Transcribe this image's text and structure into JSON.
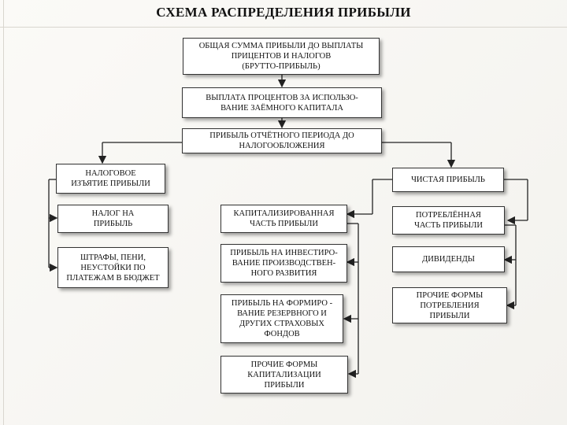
{
  "title": "СХЕМА РАСПРЕДЕЛЕНИЯ ПРИБЫЛИ",
  "boxes": {
    "gross": "ОБЩАЯ СУММА ПРИБЫЛИ ДО ВЫПЛАТЫ\nПРИЦЕНТОВ И НАЛОГОВ\n(БРУТТО-ПРИБЫЛЬ)",
    "interest": "ВЫПЛАТА ПРОЦЕНТОВ ЗА ИСПОЛЬЗО-\nВАНИЕ ЗАЁМНОГО КАПИТАЛА",
    "pretax": "ПРИБЫЛЬ ОТЧЁТНОГО ПЕРИОДА ДО\nНАЛОГООБЛОЖЕНИЯ",
    "tax_withdrawal": "НАЛОГОВОЕ\nИЗЪЯТИЕ ПРИБЫЛИ",
    "net_profit": "ЧИСТАЯ ПРИБЫЛЬ",
    "profit_tax": "НАЛОГ НА\nПРИБЫЛЬ",
    "fines": "ШТРАФЫ, ПЕНИ,\nНЕУСТОЙКИ ПО\nПЛАТЕЖАМ В БЮДЖЕТ",
    "capitalized": "КАПИТАЛИЗИРОВАННАЯ\nЧАСТЬ ПРИБЫЛИ",
    "consumed": "ПОТРЕБЛЁННАЯ\nЧАСТЬ ПРИБЫЛИ",
    "investment": "ПРИБЫЛЬ НА ИНВЕСТИРО-\nВАНИЕ ПРОИЗВОДСТВЕН-\nНОГО РАЗВИТИЯ",
    "dividends": "ДИВИДЕНДЫ",
    "reserve": "ПРИБЫЛЬ НА ФОРМИРО -\nВАНИЕ РЕЗЕРВНОГО И\nДРУГИХ СТРАХОВЫХ\nФОНДОВ",
    "other_consumption": "ПРОЧИЕ ФОРМЫ\nПОТРЕБЛЕНИЯ\nПРИБЫЛИ",
    "other_capitalization": "ПРОЧИЕ ФОРМЫ\nКАПИТАЛИЗАЦИИ\nПРИБЫЛИ"
  }
}
